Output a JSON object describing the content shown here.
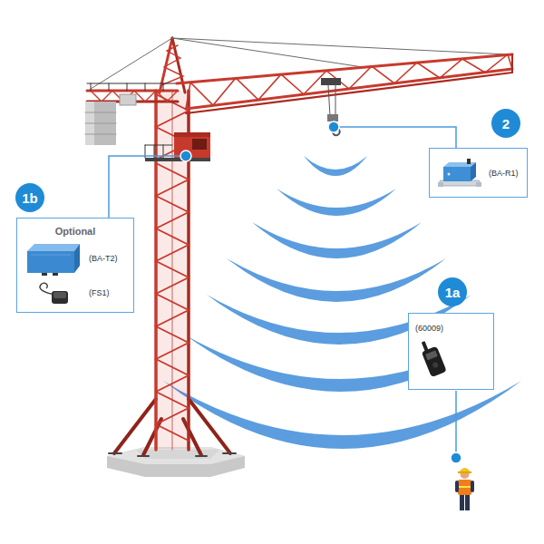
{
  "diagram": {
    "nodes": [
      {
        "text": [
          "2"
        ]
      },
      {
        "text": [
          "(BA-R1)"
        ]
      },
      {
        "text": [
          "1b"
        ]
      },
      {
        "text": [
          "Optional",
          "(BA-T2)",
          "(FS1)"
        ]
      },
      {
        "text": [
          "1a"
        ]
      },
      {
        "text": [
          "(60009)"
        ]
      }
    ]
  }
}
